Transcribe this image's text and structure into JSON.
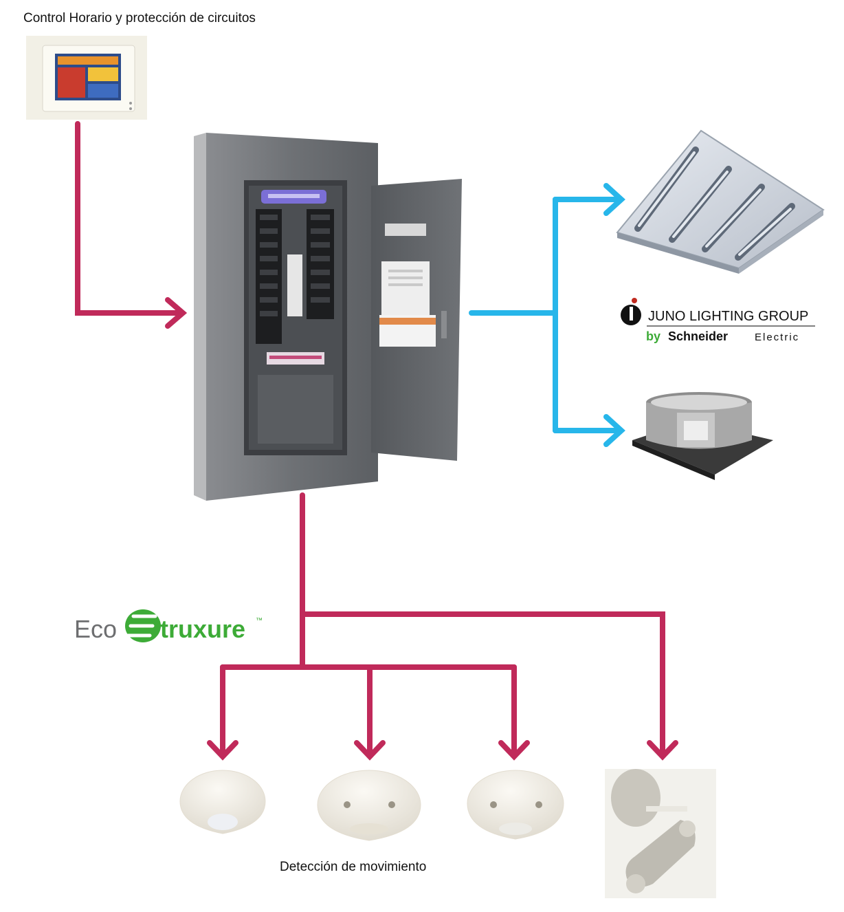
{
  "labels": {
    "top_title": "Control Horario y protección de circuitos",
    "motion_detection": "Detección de movimiento"
  },
  "brands": {
    "juno_line1": "JUNO LIGHTING GROUP",
    "juno_line2_by": "by",
    "juno_line2_schneider": "Schneider",
    "juno_line2_electric": "Electric",
    "eco_prefix": "Eco",
    "eco_suffix": "truxure",
    "eco_tm": "™"
  },
  "colors": {
    "control_line": "#c02a5a",
    "lighting_line": "#27b6ea",
    "schneider_green": "#3dab37",
    "panel_gray": "#6b6e72"
  },
  "icons": [
    "touchscreen-controller-icon",
    "electrical-panel-icon",
    "troffer-light-icon",
    "downlight-housing-icon",
    "motion-sensor-icon",
    "wall-sensor-icon"
  ]
}
